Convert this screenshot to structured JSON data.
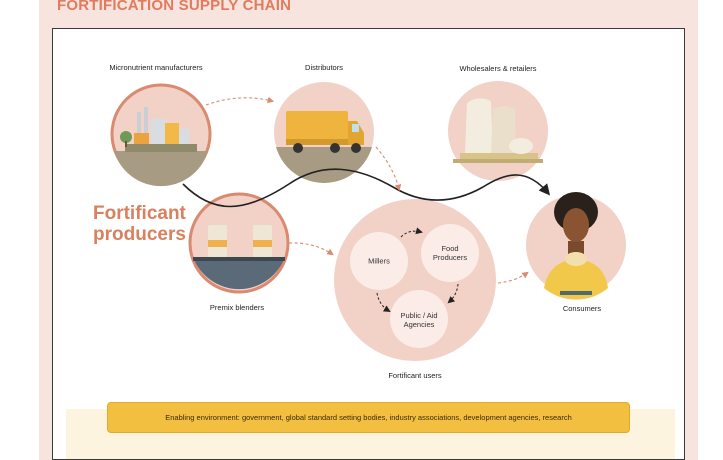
{
  "header": {
    "title": "FORTIFICATION SUPPLY CHAIN"
  },
  "nodes": {
    "micronutrient": "Micronutrient manufacturers",
    "distributors": "Distributors",
    "wholesalers": "Wholesalers & retailers",
    "premix": "Premix blenders",
    "consumers": "Consumers",
    "users": "Fortificant users"
  },
  "producers_title": [
    "Fortificant",
    "producers"
  ],
  "users_inner": {
    "millers": "Millers",
    "food_producers": [
      "Food",
      "Producers"
    ],
    "public_aid": [
      "Public / Aid",
      "Agencies"
    ]
  },
  "environment": "Enabling environment: government, global standard setting bodies, industry associations, development agencies, research",
  "colors": {
    "accent": "#e07b5e",
    "bubble": "#f2d1c7",
    "bubble_border": "#d98a70",
    "env_bar": "#f3bf41"
  }
}
